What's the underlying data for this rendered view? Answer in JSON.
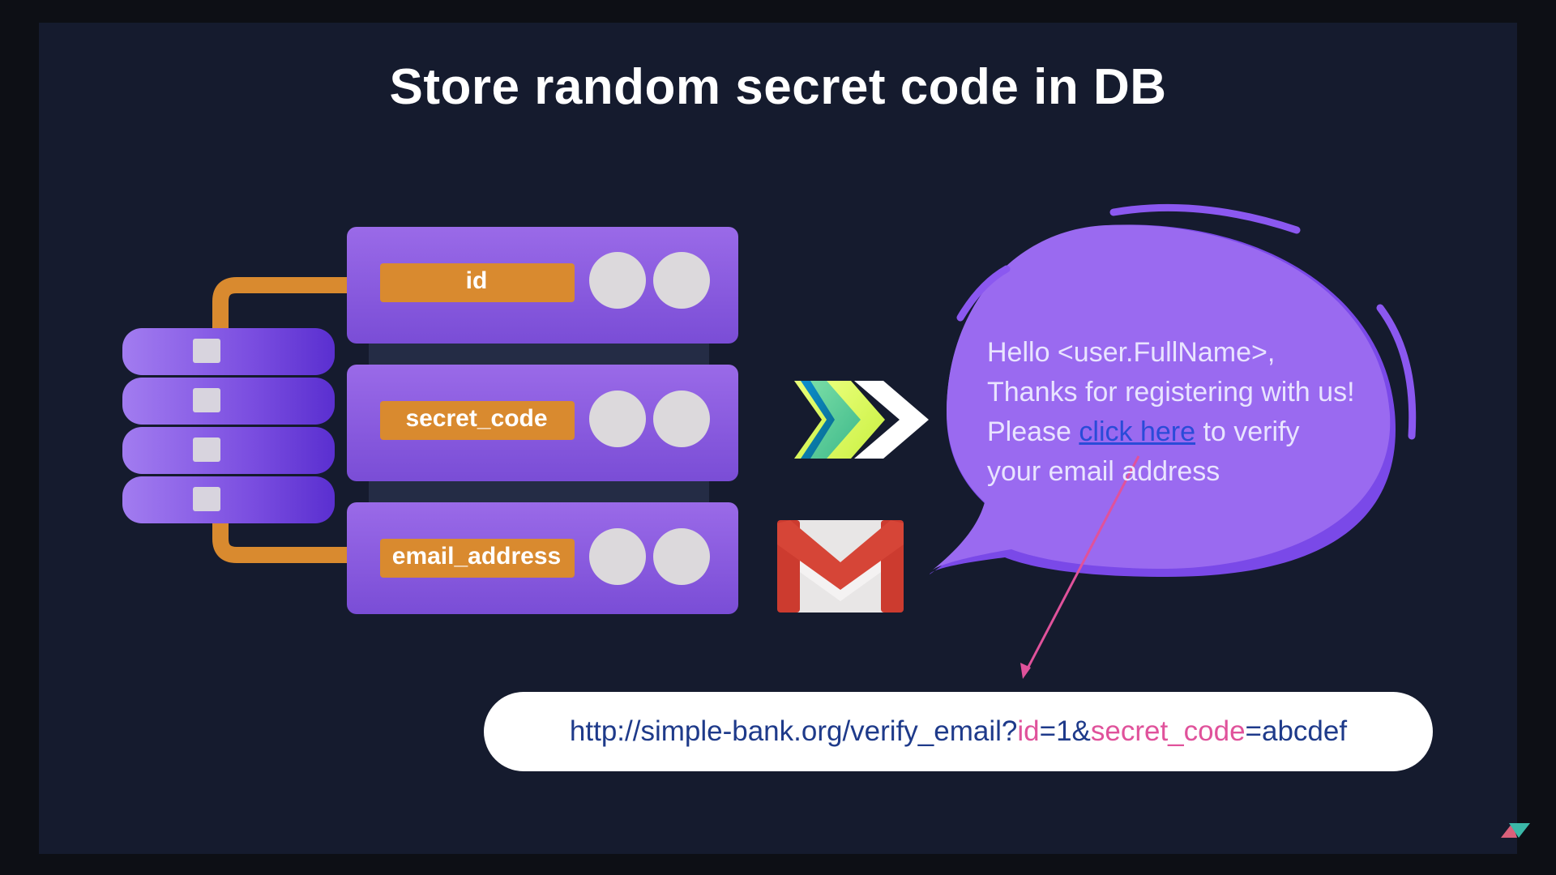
{
  "title": "Store random secret code in DB",
  "db_fields": [
    "id",
    "secret_code",
    "email_address"
  ],
  "email": {
    "line1": "Hello <user.FullName>,",
    "line2": "Thanks for registering with us!",
    "line3_before": "Please ",
    "link_text": "click here",
    "line3_after": " to verify",
    "line4": "your email address"
  },
  "url": {
    "base": "http://simple-bank.org/verify_email?",
    "param1_key": "id",
    "param1_value": "=1&",
    "param2_key": "secret_code",
    "param2_value": "=abcdef"
  },
  "icons": [
    "database-icon",
    "server-rack-icon",
    "arrow-chevrons-icon",
    "gmail-icon",
    "speech-bubble-icon"
  ],
  "colors": {
    "background": "#151b2e",
    "rack_purple": "#8a58e0",
    "label_orange": "#d98a2f",
    "bubble_purple": "#9a6af0",
    "link_blue": "#2a4bd8",
    "url_blue": "#1e3a8a",
    "url_pink": "#e0529b",
    "arrow_pink": "#e0529b"
  }
}
